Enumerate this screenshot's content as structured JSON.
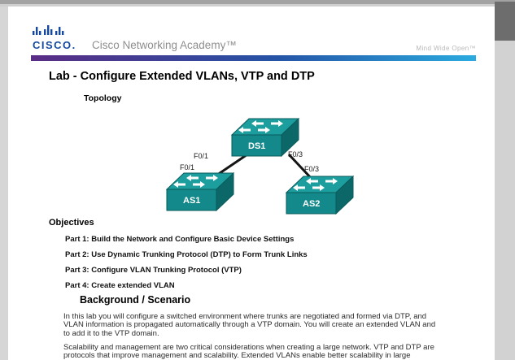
{
  "viewer": {
    "bg_color": "#d6d6d6",
    "scrollbar_track_color": "#d2d2d2",
    "scrollbar_thumb_color": "#6d6d6d"
  },
  "header": {
    "logo": "CISCO.",
    "brand": "Cisco Networking Academy™",
    "tagline": "Mind Wide Open™",
    "logo_color": "#15499f",
    "gradient_start": "#5a2c85",
    "gradient_mid": "#2553a6",
    "gradient_end": "#2aabdf"
  },
  "doc": {
    "title": "Lab - Configure Extended VLANs, VTP and DTP",
    "topology_heading": "Topology",
    "objectives_heading": "Objectives",
    "objectives": [
      "Part 1: Build the Network and Configure Basic Device Settings",
      "Part 2:  Use Dynamic Trunking Protocol (DTP) to Form Trunk Links",
      "Part 3: Configure VLAN Trunking Protocol (VTP)",
      "Part 4: Create extended VLAN"
    ],
    "background_heading": "Background / Scenario",
    "para1_lines": [
      "In this lab you will configure a switched environment where trunks are negotiated and formed via DTP, and",
      "VLAN information is propagated automatically through a VTP domain. You will create an extended VLAN and",
      "to add it to the VTP domain."
    ],
    "para2_lines": [
      "Scalability and management are two critical considerations when creating a large network. VTP and DTP are",
      "protocols that improve management and scalability. Extended VLANs enable better scalability in large"
    ]
  },
  "topology": {
    "devices": [
      {
        "name": "DS1"
      },
      {
        "name": "AS1"
      },
      {
        "name": "AS2"
      }
    ],
    "port_labels": {
      "ds1_left": "F0/1",
      "as1": "F0/1",
      "ds1_right": "F0/3",
      "as2": "F0/3"
    },
    "colors": {
      "top": "#1d9e9e",
      "front": "#13898b",
      "side": "#0c6868",
      "outline": "#0a5a5a",
      "arrow": "#ffffff",
      "link": "#151515"
    }
  }
}
